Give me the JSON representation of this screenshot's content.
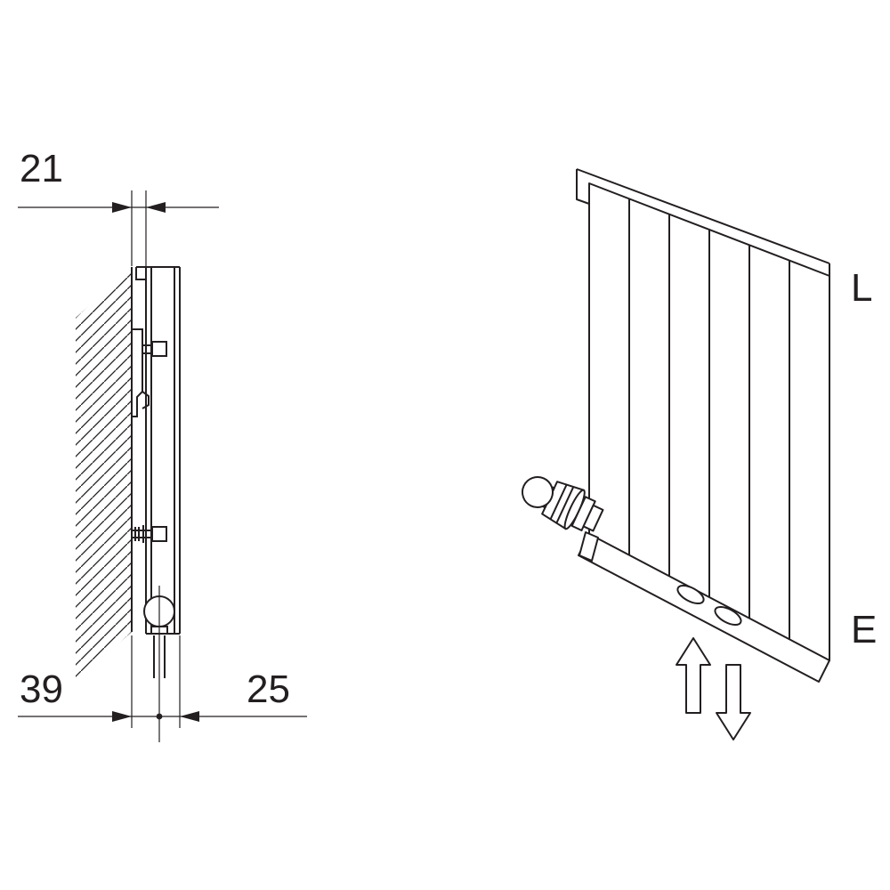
{
  "diagram": {
    "colors": {
      "line": "#231f20",
      "background": "#ffffff"
    },
    "side_view": {
      "dim_top": "21",
      "dim_bottom_left": "39",
      "dim_bottom_right": "25"
    },
    "perspective": {
      "label_top": "L",
      "label_bottom": "E"
    },
    "icons": {
      "flow_up_arrow": "hollow-arrow-up",
      "flow_down_arrow": "hollow-arrow-down"
    }
  }
}
